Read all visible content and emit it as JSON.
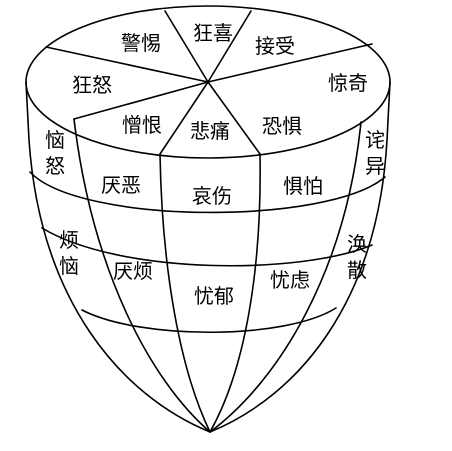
{
  "top_labels": [
    "狂喜",
    "接受",
    "惊奇",
    "恐惧",
    "悲痛",
    "憎恨",
    "狂怒",
    "警惕"
  ],
  "band1_labels": [
    "恼怒",
    "厌恶",
    "哀伤",
    "惧怕",
    "诧异"
  ],
  "band2_labels": [
    "烦恼",
    "厌烦",
    "忧郁",
    "忧虑",
    "涣散"
  ]
}
